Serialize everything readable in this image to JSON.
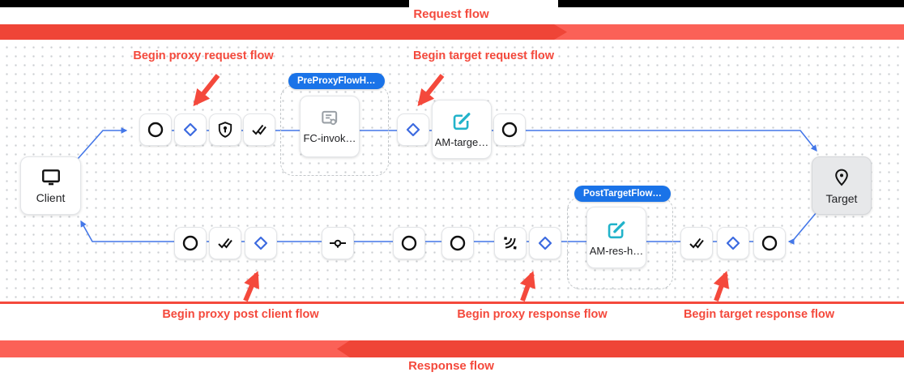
{
  "banners": {
    "request": "Request flow",
    "response": "Response flow"
  },
  "annotations": {
    "proxy_request": "Begin proxy request flow",
    "target_request": "Begin target request flow",
    "proxy_post_client": "Begin proxy post client flow",
    "proxy_response": "Begin proxy response flow",
    "target_response": "Begin target response flow"
  },
  "endpoints": {
    "client": "Client",
    "target": "Target"
  },
  "flow_hooks": {
    "pre_proxy": "PreProxyFlowH…",
    "post_target": "PostTargetFlow…"
  },
  "policies": {
    "flow_callout": "FC-invok…",
    "assign_message_target": "AM-targe…",
    "assign_message_response": "AM-res-h…"
  },
  "icons": {
    "client": "monitor-icon",
    "target": "location-pin-icon",
    "step_circle": "circle-icon",
    "step_diamond": "diamond-icon",
    "step_shield": "shield-keyhole-icon",
    "step_double_check": "double-check-icon",
    "step_key_inline": "inline-key-icon",
    "step_signal": "signal-waves-icon",
    "assign_message": "edit-icon",
    "flow_callout": "flow-callout-icon"
  },
  "colors": {
    "accent_red": "#f4493c",
    "bar_red": "#fb6157",
    "bar_red_dark": "#ef4537",
    "connector_blue": "#4477e8",
    "badge_blue": "#1a73e8",
    "diamond_blue": "#3d6be0",
    "policy_teal": "#22b3ca",
    "icon_grey": "#9aa0a6"
  }
}
